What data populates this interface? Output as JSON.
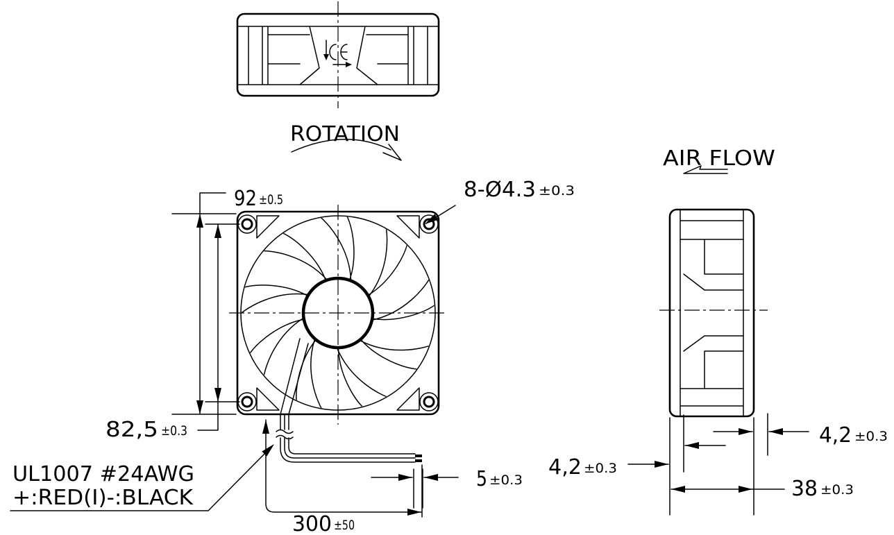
{
  "top_view": {
    "rotation_label": "ROTATION"
  },
  "front_view": {
    "width_dim": {
      "value": "92",
      "tolerance": "±0.5"
    },
    "hole_pitch_dim": {
      "value": "82,5",
      "tolerance": "±0.3"
    },
    "hole_dim": {
      "value": "8-Ø4.3",
      "tolerance": "±0.3"
    },
    "wire_spec": {
      "line1": "UL1007 #24AWG",
      "line2": "+:RED(I)-:BLACK"
    },
    "lead_length_dim": {
      "value": "300",
      "tolerance": "±50"
    },
    "strip_dim": {
      "value": "5",
      "tolerance": "±0.3"
    }
  },
  "side_view": {
    "airflow_label": "AIR FLOW",
    "thickness_dim": {
      "value": "38",
      "tolerance": "±0.3"
    },
    "flange_left_dim": {
      "value": "4,2",
      "tolerance": "±0.3"
    },
    "flange_right_dim": {
      "value": "4,2",
      "tolerance": "±0.3"
    }
  },
  "colors": {
    "ink": "#000000",
    "background": "#ffffff"
  }
}
